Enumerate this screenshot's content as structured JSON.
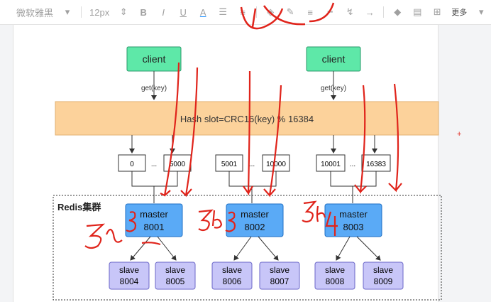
{
  "toolbar": {
    "font_family": "微软雅黑",
    "font_size": "12px",
    "bold": "B",
    "italic": "I",
    "underline": "U",
    "text_color": "A",
    "more": "更多"
  },
  "diagram": {
    "clients": [
      {
        "label": "client",
        "key_label": "get(key)"
      },
      {
        "label": "client",
        "key_label": "get(key)"
      }
    ],
    "hash_slot_label": "Hash slot=CRC16(key) % 16384",
    "slot_ranges": [
      {
        "start": "0",
        "dots": "...",
        "end": "5000"
      },
      {
        "start": "5001",
        "dots": "...",
        "end": "10000"
      },
      {
        "start": "10001",
        "dots": "...",
        "end": "16383"
      }
    ],
    "cluster_label": "Redis集群",
    "masters": [
      {
        "line1": "master",
        "line2": "8001"
      },
      {
        "line1": "master",
        "line2": "8002"
      },
      {
        "line1": "master",
        "line2": "8003"
      }
    ],
    "slaves": [
      {
        "line1": "slave",
        "line2": "8004"
      },
      {
        "line1": "slave",
        "line2": "8005"
      },
      {
        "line1": "slave",
        "line2": "8006"
      },
      {
        "line1": "slave",
        "line2": "8007"
      },
      {
        "line1": "slave",
        "line2": "8008"
      },
      {
        "line1": "slave",
        "line2": "8009"
      }
    ]
  },
  "colors": {
    "client_fill": "#5ee8a8",
    "hash_fill": "#fcd29b",
    "master_fill": "#5aaaf6",
    "slave_fill": "#c8c6f8",
    "annotation_red": "#e0241b"
  }
}
